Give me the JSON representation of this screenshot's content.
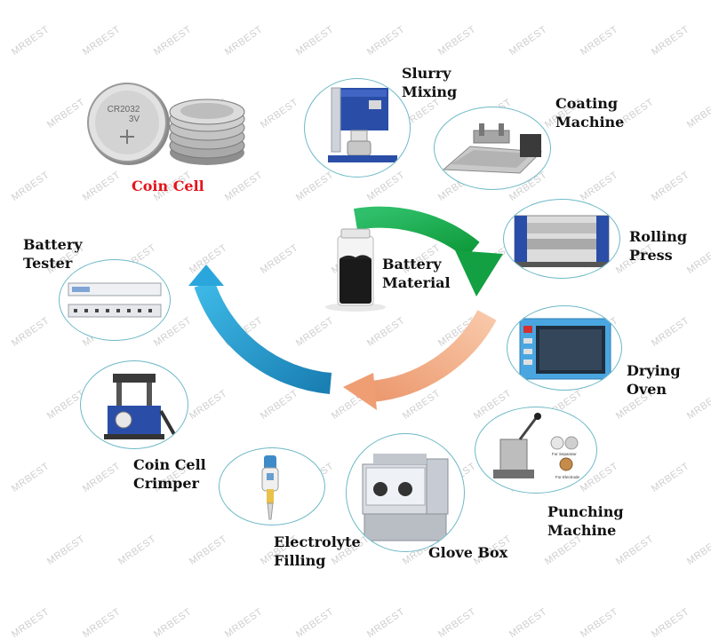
{
  "watermark": "MRBEST",
  "center": {
    "label": "Battery\nMaterial"
  },
  "coin_cell": {
    "label": "Coin Cell",
    "battery_text": "CR2032\n3V"
  },
  "steps": [
    {
      "id": "slurry-mixing",
      "label": "Slurry\nMixing"
    },
    {
      "id": "coating-machine",
      "label": "Coating\nMachine"
    },
    {
      "id": "rolling-press",
      "label": "Rolling\nPress"
    },
    {
      "id": "drying-oven",
      "label": "Drying\nOven"
    },
    {
      "id": "punching-machine",
      "label": "Punching\nMachine",
      "sub_labels": [
        "For Separator",
        "For Electrode"
      ]
    },
    {
      "id": "glove-box",
      "label": "Glove Box"
    },
    {
      "id": "electrolyte-filling",
      "label": "Electrolyte\nFilling"
    },
    {
      "id": "coin-cell-crimper",
      "label": "Coin Cell\nCrimper"
    },
    {
      "id": "battery-tester",
      "label": "Battery\nTester"
    }
  ],
  "colors": {
    "node_border": "#6db9c7",
    "arrow_green": "#1fa84a",
    "arrow_peach": "#f2b089",
    "arrow_blue": "#1d8fc2",
    "coin_label": "#e5131a",
    "machine_blue": "#2a4ea8"
  }
}
